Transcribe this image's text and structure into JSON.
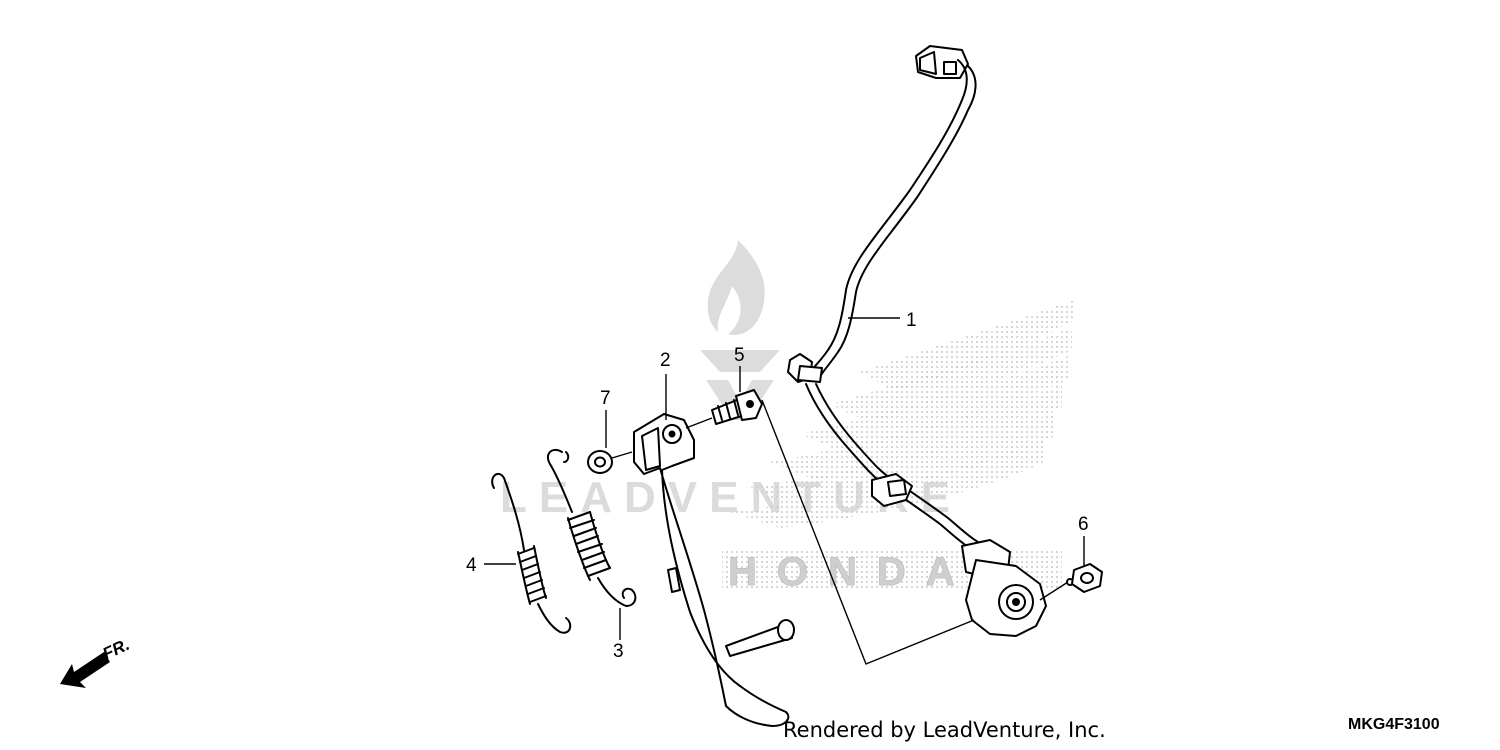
{
  "diagram": {
    "credit": "Rendered by LeadVenture, Inc.",
    "code": "MKG4F3100",
    "direction_label": "FR."
  },
  "watermark": {
    "brand": "HONDA",
    "dealer": "LEADVENTURE"
  },
  "callouts": [
    {
      "id": "1",
      "label": "1",
      "part": "side-stand-switch-with-harness"
    },
    {
      "id": "2",
      "label": "2",
      "part": "side-stand"
    },
    {
      "id": "3",
      "label": "3",
      "part": "side-stand-spring-inner"
    },
    {
      "id": "4",
      "label": "4",
      "part": "side-stand-spring-outer"
    },
    {
      "id": "5",
      "label": "5",
      "part": "side-stand-pivot-bolt"
    },
    {
      "id": "6",
      "label": "6",
      "part": "nut"
    },
    {
      "id": "7",
      "label": "7",
      "part": "nut"
    }
  ],
  "icons": {
    "front_direction": "front-direction-arrow-icon"
  },
  "colors": {
    "line": "#000000",
    "watermark": "#cfcfcf",
    "background": "#ffffff"
  }
}
